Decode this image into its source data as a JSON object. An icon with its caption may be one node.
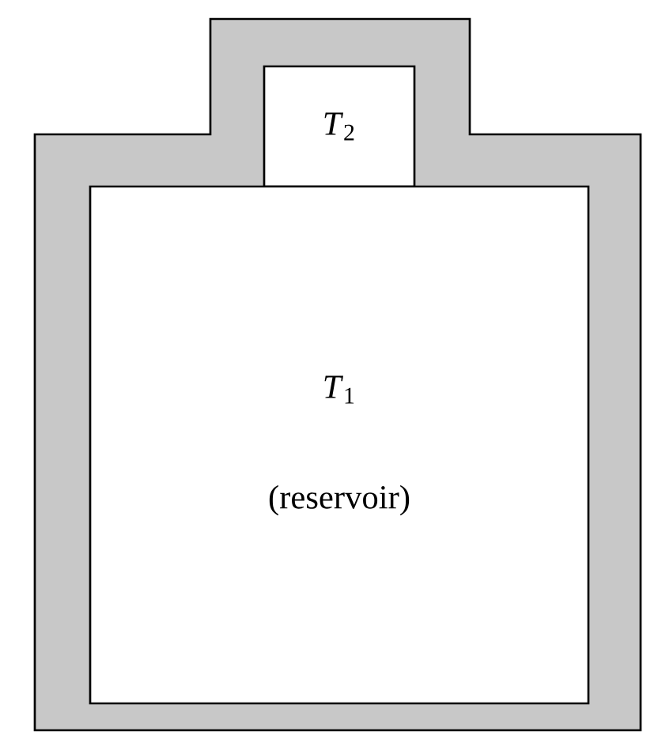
{
  "diagram": {
    "nodes": [
      {
        "text": [],
        "shape": "box"
      },
      {
        "text": [
          "*T*$_{2}$"
        ],
        "in": 0
      },
      {
        "text": [
          "*T*$_{1}$",
          "(reservoir)"
        ],
        "in": 0
      }
    ]
  }
}
